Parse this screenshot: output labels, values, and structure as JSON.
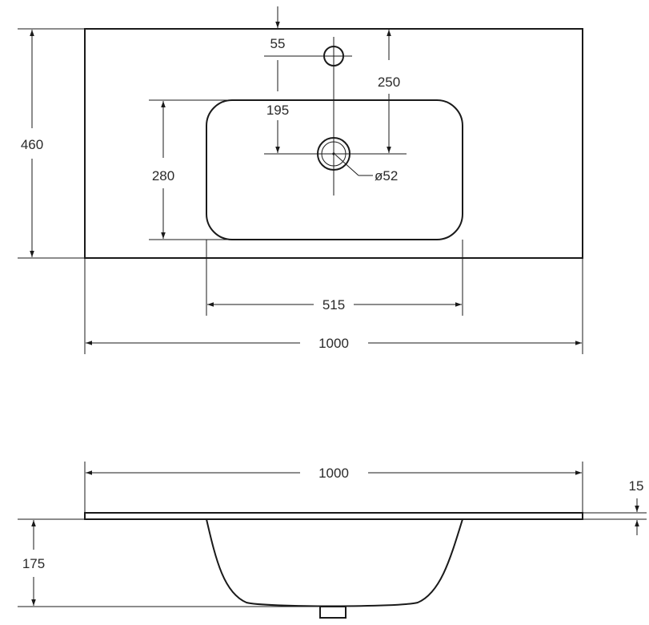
{
  "top_view": {
    "dim_width_total": "1000",
    "dim_depth_total": "460",
    "dim_bowl_width": "515",
    "dim_bowl_depth": "280",
    "dim_tap_offset": "55",
    "dim_tap_to_drain": "250",
    "dim_bowl_to_drain": "195",
    "dim_drain_diameter": "ø52"
  },
  "side_view": {
    "dim_width_total": "1000",
    "dim_slab_thickness": "15",
    "dim_bowl_height": "175"
  }
}
